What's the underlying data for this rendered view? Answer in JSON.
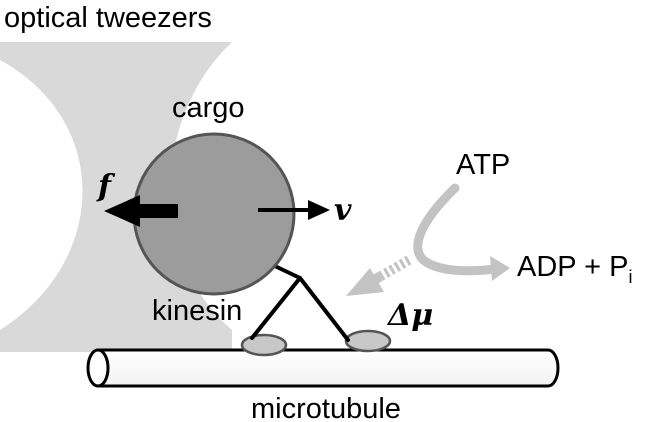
{
  "labels": {
    "optical_tweezers": "optical tweezers",
    "cargo": "cargo",
    "kinesin": "kinesin",
    "microtubule": "microtubule",
    "atp": "ATP",
    "adp_main": "ADP + P",
    "adp_subscript": "i",
    "force": "f",
    "velocity": "v",
    "delta_mu": "Δμ"
  },
  "colors": {
    "tweezer_beam": "#d9d9d9",
    "cargo_fill": "#9c9c9c",
    "cargo_stroke": "#555555",
    "chem_arrow": "#c3c3c3",
    "kinesin_head_fill": "#c8c8c8",
    "line": "#000000"
  }
}
